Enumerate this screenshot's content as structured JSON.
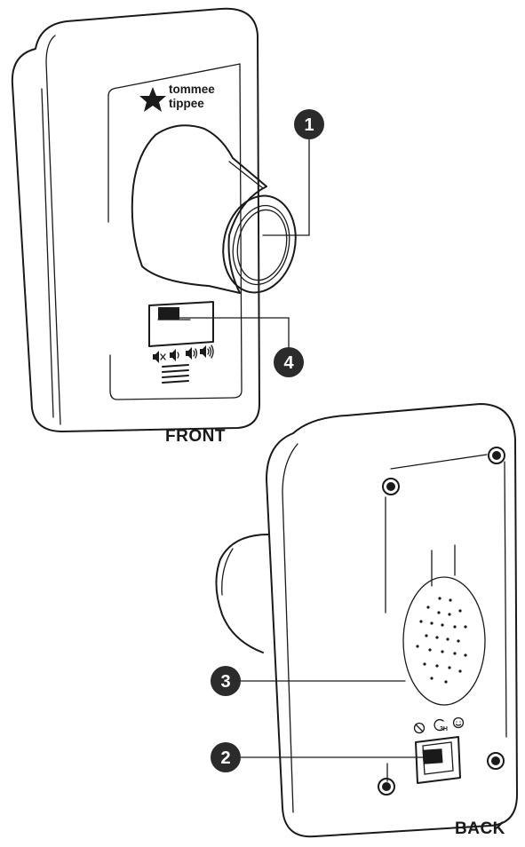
{
  "labels": {
    "front": "FRONT",
    "back": "BACK"
  },
  "brand": {
    "line1": "tommee",
    "line2": "tippee"
  },
  "callouts": [
    {
      "number": "1",
      "part": "sensor"
    },
    {
      "number": "2",
      "part": "switch-back"
    },
    {
      "number": "3",
      "part": "speaker"
    },
    {
      "number": "4",
      "part": "volume-switch"
    }
  ],
  "icons": {
    "front_volume": [
      "mute-icon",
      "volume-low-icon",
      "volume-medium-icon",
      "volume-high-icon"
    ],
    "back_modes": [
      "off-icon",
      "timer-3h-icon",
      "continuous-icon"
    ]
  },
  "colors": {
    "ink": "#1a1a1a",
    "background": "#ffffff",
    "callout_fill": "#2b2b2b"
  }
}
